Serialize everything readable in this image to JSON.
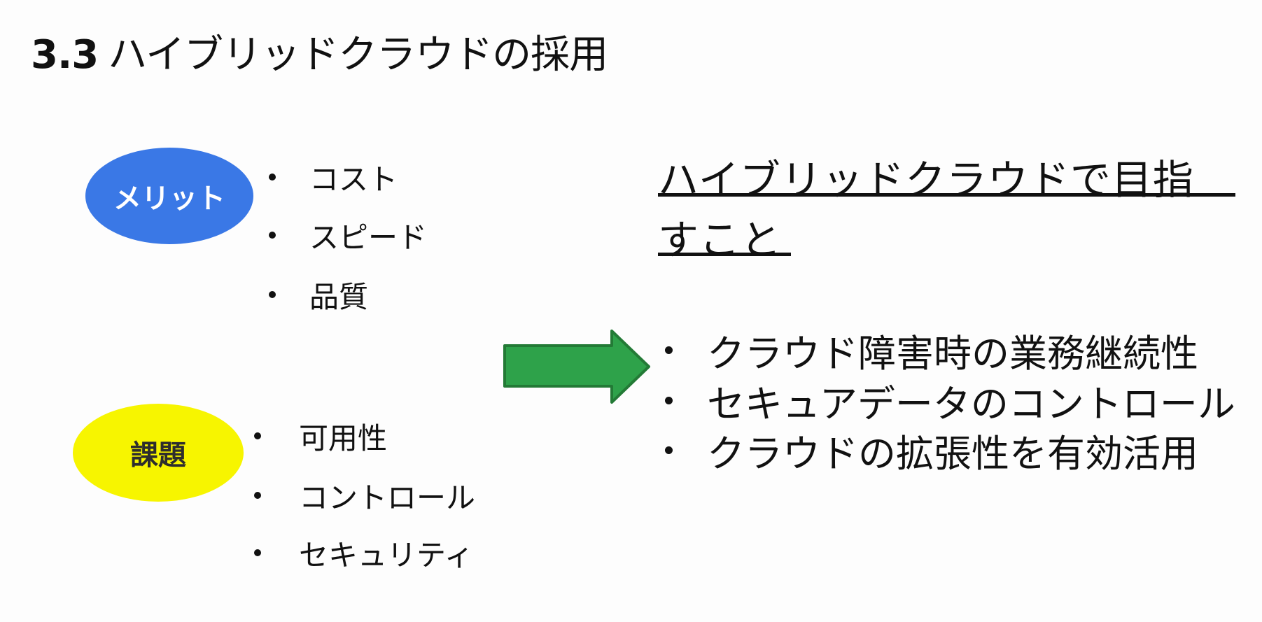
{
  "slide": {
    "title_number": "3.3",
    "title_text": "ハイブリッドクラウドの採用"
  },
  "merit": {
    "label": "メリット",
    "color": "#3a78e6",
    "items": [
      "コスト",
      "スピード",
      "品質"
    ]
  },
  "issues": {
    "label": "課題",
    "color": "#f7f500",
    "items": [
      "可用性",
      "コントロール",
      "セキュリティ"
    ]
  },
  "arrow": {
    "icon": "right-arrow-icon",
    "color": "#2ea24a",
    "border_color": "#237a36"
  },
  "goals": {
    "heading_line1": "ハイブリッドクラウドで目指",
    "heading_line2": "すこと",
    "items": [
      "クラウド障害時の業務継続性",
      "セキュアデータのコントロール",
      "クラウドの拡張性を有効活用"
    ]
  }
}
